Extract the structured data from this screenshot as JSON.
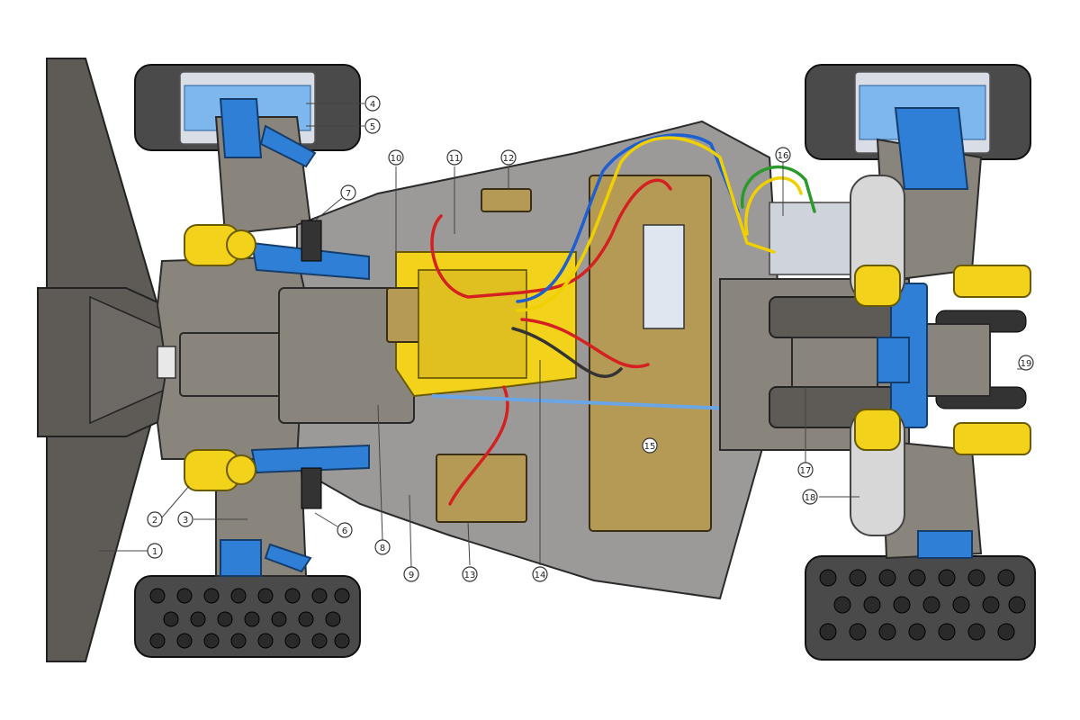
{
  "callouts": [
    {
      "number": "1"
    },
    {
      "number": "2"
    },
    {
      "number": "3"
    },
    {
      "number": "4"
    },
    {
      "number": "5"
    },
    {
      "number": "6"
    },
    {
      "number": "7"
    },
    {
      "number": "8"
    },
    {
      "number": "9"
    },
    {
      "number": "10"
    },
    {
      "number": "11"
    },
    {
      "number": "12"
    },
    {
      "number": "13"
    },
    {
      "number": "14"
    },
    {
      "number": "15"
    },
    {
      "number": "16"
    },
    {
      "number": "17"
    },
    {
      "number": "18"
    },
    {
      "number": "19"
    }
  ],
  "colors": {
    "body_blue": "#2f7fd6",
    "shock_yellow": "#f2d21a",
    "chassis_gray": "#9b9a98",
    "gearbox_gray": "#8a857c",
    "tire_dark": "#3a3a3a",
    "tan_parts": "#b59a55",
    "wire_red": "#d42020",
    "wire_blue": "#1f5fd0",
    "wire_yellow": "#f0d000",
    "wire_green": "#2a9a2a"
  }
}
